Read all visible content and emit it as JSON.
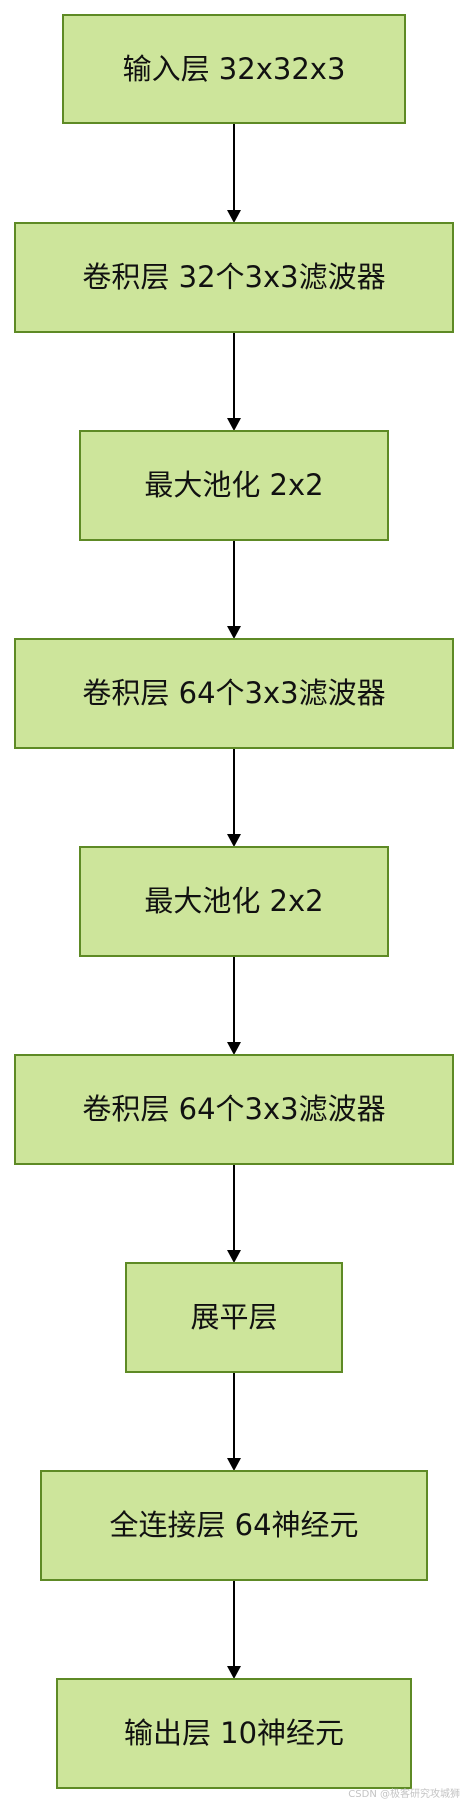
{
  "diagram": {
    "nodes": [
      {
        "id": "input",
        "label": "输入层 32x32x3"
      },
      {
        "id": "conv1",
        "label": "卷积层 32个3x3滤波器"
      },
      {
        "id": "pool1",
        "label": "最大池化 2x2"
      },
      {
        "id": "conv2",
        "label": "卷积层 64个3x3滤波器"
      },
      {
        "id": "pool2",
        "label": "最大池化 2x2"
      },
      {
        "id": "conv3",
        "label": "卷积层 64个3x3滤波器"
      },
      {
        "id": "flatten",
        "label": "展平层"
      },
      {
        "id": "dense",
        "label": "全连接层 64神经元"
      },
      {
        "id": "output",
        "label": "输出层 10神经元"
      }
    ],
    "edges": [
      {
        "from": "input",
        "to": "conv1"
      },
      {
        "from": "conv1",
        "to": "pool1"
      },
      {
        "from": "pool1",
        "to": "conv2"
      },
      {
        "from": "conv2",
        "to": "pool2"
      },
      {
        "from": "pool2",
        "to": "conv3"
      },
      {
        "from": "conv3",
        "to": "flatten"
      },
      {
        "from": "flatten",
        "to": "dense"
      },
      {
        "from": "dense",
        "to": "output"
      }
    ],
    "colors": {
      "node_fill": "#cde59b",
      "node_stroke": "#5e8a25",
      "edge": "#000000"
    }
  },
  "watermark": "CSDN @极客研究攻城狮"
}
